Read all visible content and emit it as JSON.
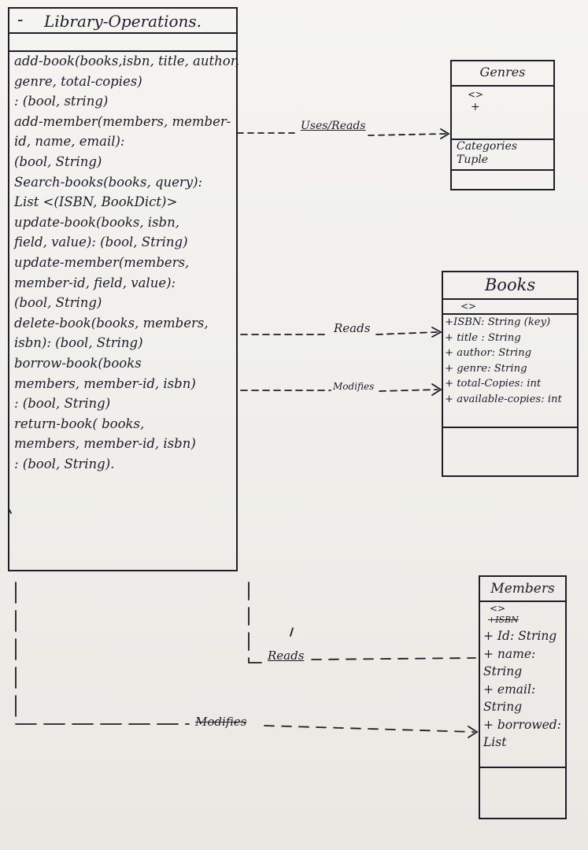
{
  "library": {
    "title": "Library-Operations.",
    "title_dash": "-",
    "methods": [
      "add-book(books,isbn, title, author,",
      "genre, total-copies)",
      ": (bool, string)",
      "add-member(members, member-",
      "id, name, email):",
      "(bool, String)",
      "Search-books(books, query):",
      "List <(ISBN, BookDict)>",
      "update-book(books, isbn,",
      "field, value): (bool, String)",
      "update-member(members,",
      "member-id, field, value):",
      "(bool, String)",
      "delete-book(books, members,",
      "isbn): (bool, String)",
      "borrow-book(books",
      "members, member-id, isbn)",
      ": (bool, String)",
      "return-book( books,",
      "members, member-id, isbn)",
      ": (bool, String)."
    ]
  },
  "genres": {
    "title": "Genres",
    "stereotype": "<>",
    "plus": "+",
    "attributes": [
      "Categories",
      "Tuple"
    ]
  },
  "books": {
    "title": "Books",
    "stereotype": "<>",
    "attributes": [
      "+ISBN: String (key)",
      "+ title : String",
      "+ author: String",
      "+ genre: String",
      "+ total-Copies: int",
      "+ available-copies: int"
    ]
  },
  "members": {
    "title": "Members",
    "stereotype": "<>",
    "struck": "+ISBN",
    "attributes": [
      "+ Id: String",
      "+ name:",
      "String",
      "+ email:",
      "String",
      "+ borrowed:",
      "List"
    ]
  },
  "relations": {
    "uses_reads": "Uses/Reads",
    "reads_books": "Reads",
    "modifies_books": "Modifies",
    "reads_members": "Reads",
    "modifies_members": "Modifies"
  }
}
